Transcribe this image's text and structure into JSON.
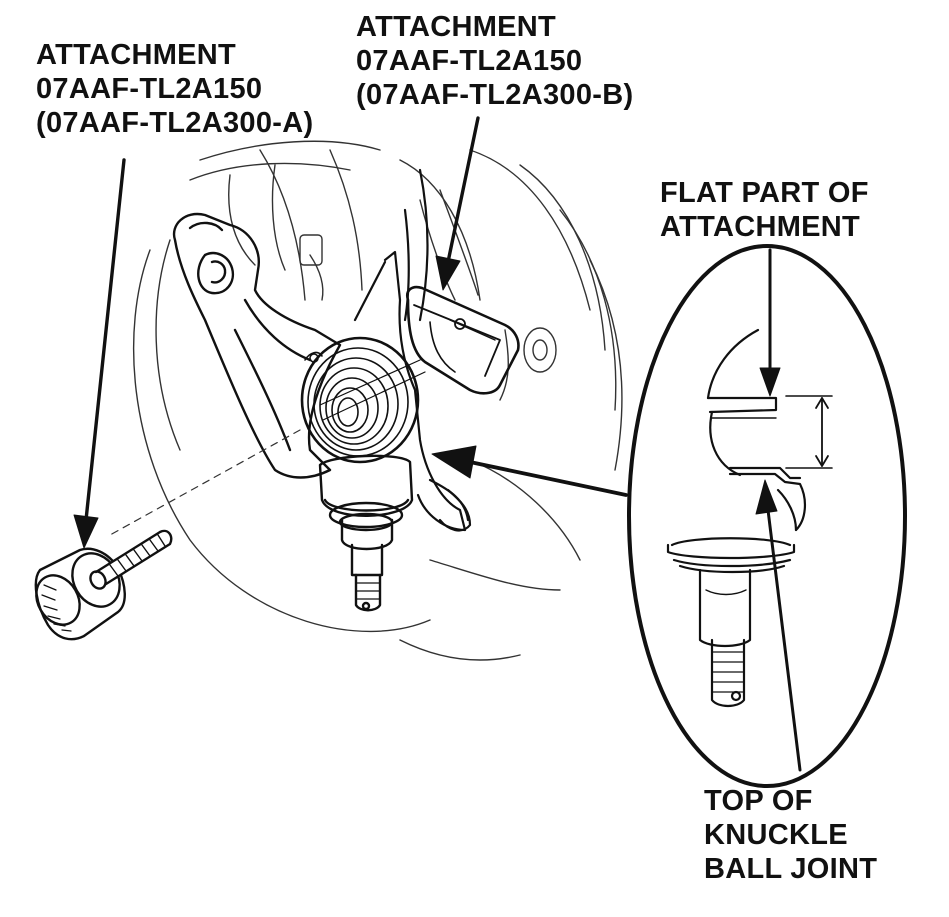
{
  "callouts": {
    "attachment_a": {
      "line1": "ATTACHMENT",
      "line2": "07AAF-TL2A150",
      "line3": "(07AAF-TL2A300-A)"
    },
    "attachment_b": {
      "line1": "ATTACHMENT",
      "line2": "07AAF-TL2A150",
      "line3": "(07AAF-TL2A300-B)"
    },
    "flat_part": {
      "line1": "FLAT PART OF",
      "line2": "ATTACHMENT"
    },
    "top_knuckle": {
      "line1": "TOP OF",
      "line2": "KNUCKLE",
      "line3": "BALL JOINT"
    }
  },
  "colors": {
    "ink": "#111111",
    "background": "#ffffff",
    "fine_line": "#333333"
  }
}
